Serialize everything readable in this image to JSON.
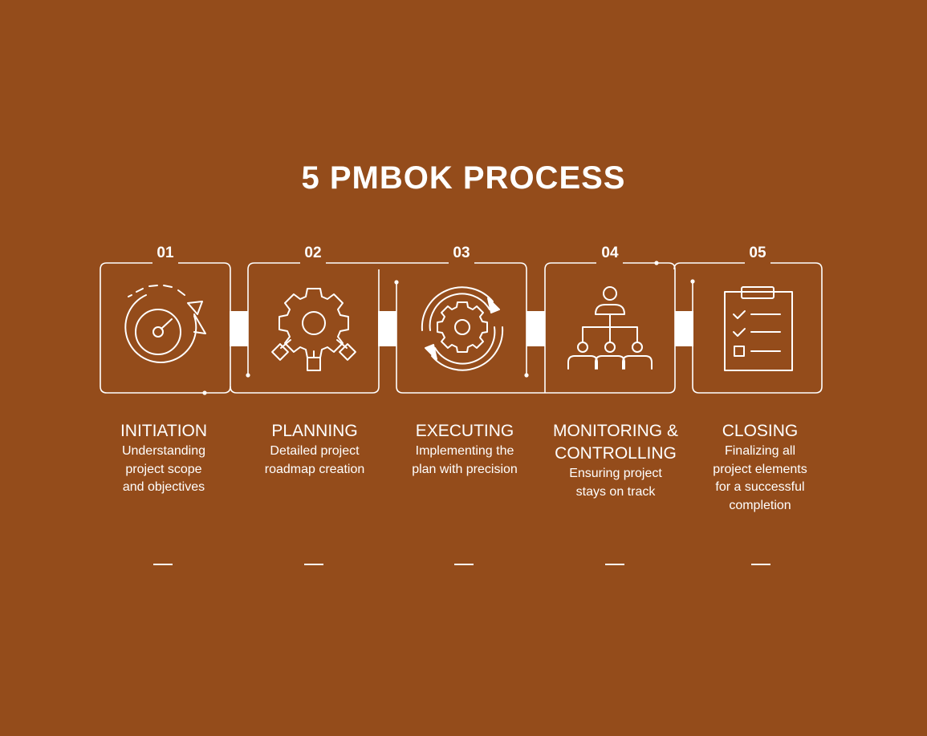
{
  "title": "5 PMBOK PROCESS",
  "colors": {
    "background": "#944c1b",
    "foreground": "#ffffff"
  },
  "steps": [
    {
      "number": "01",
      "title": "INITIATION",
      "description": "Understanding project scope and objectives",
      "icon": "target-cycle-icon"
    },
    {
      "number": "02",
      "title": "PLANNING",
      "description": "Detailed project roadmap creation",
      "icon": "gear-workflow-icon"
    },
    {
      "number": "03",
      "title": "EXECUTING",
      "description": "Implementing the plan with precision",
      "icon": "gear-cycle-icon"
    },
    {
      "number": "04",
      "title": "MONITORING & CONTROLLING",
      "description": "Ensuring project stays on track",
      "icon": "team-hierarchy-icon"
    },
    {
      "number": "05",
      "title": "CLOSING",
      "description": "Finalizing all project elements for a successful completion",
      "icon": "checklist-clipboard-icon"
    }
  ]
}
